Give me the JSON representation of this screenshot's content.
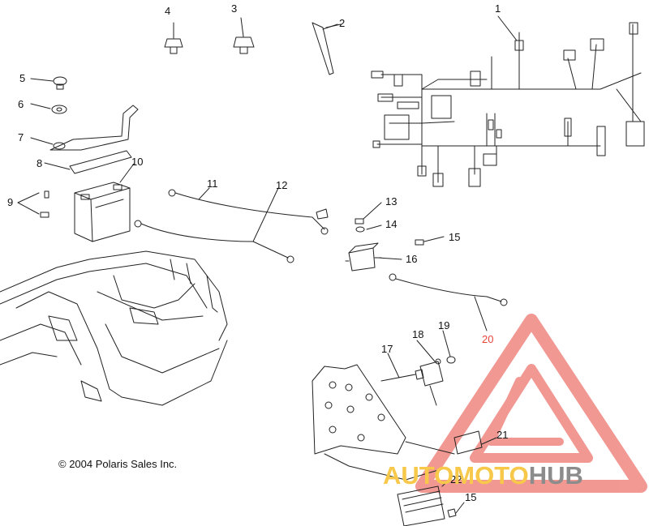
{
  "diagram": {
    "copyright": "© 2004 Polaris Sales Inc.",
    "callouts": {
      "c1": "1",
      "c2": "2",
      "c3": "3",
      "c4": "4",
      "c5": "5",
      "c6": "6",
      "c7": "7",
      "c8": "8",
      "c9": "9",
      "c10": "10",
      "c11": "11",
      "c12": "12",
      "c13": "13",
      "c14": "14",
      "c15a": "15",
      "c15b": "15",
      "c16": "16",
      "c17": "17",
      "c18": "18",
      "c19": "19",
      "c20": "20",
      "c21": "21",
      "c22": "22"
    }
  },
  "watermark": {
    "part_a": "AUTOMOTO",
    "part_b": "HUB",
    "color_red": "#e8453c",
    "color_yellow": "#f7c84a",
    "color_gray": "#8c8c8c"
  }
}
